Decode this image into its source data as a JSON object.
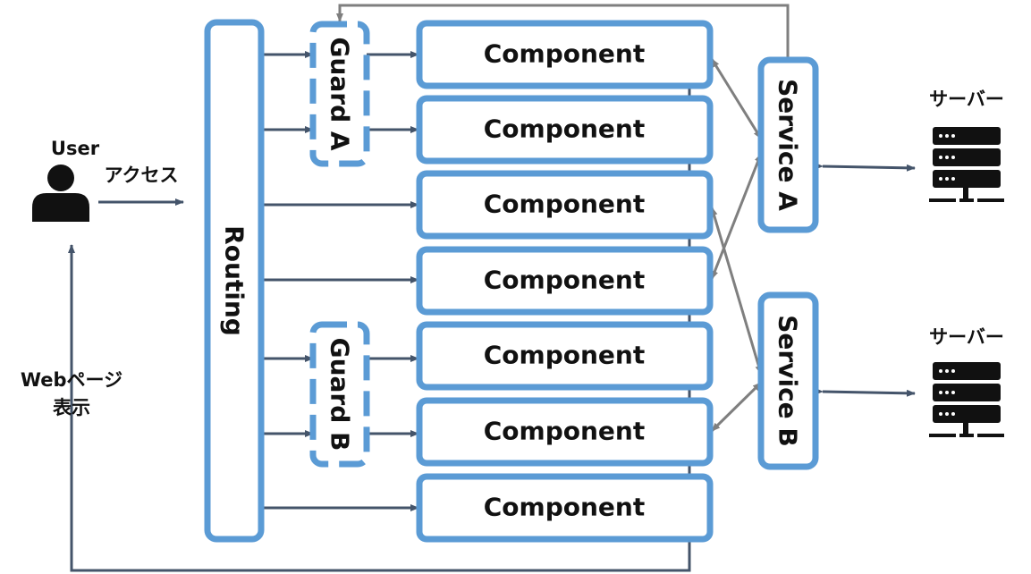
{
  "user": {
    "label": "User",
    "icon": "person-icon"
  },
  "access_label": "アクセス",
  "web_display_label_line1": "Webページ",
  "web_display_label_line2": "表示",
  "routing": {
    "label": "Routing"
  },
  "guards": [
    {
      "label": "Guard A"
    },
    {
      "label": "Guard B"
    }
  ],
  "components": [
    {
      "label": "Component"
    },
    {
      "label": "Component"
    },
    {
      "label": "Component"
    },
    {
      "label": "Component"
    },
    {
      "label": "Component"
    },
    {
      "label": "Component"
    },
    {
      "label": "Component"
    }
  ],
  "services": [
    {
      "label": "Service A"
    },
    {
      "label": "Service B"
    }
  ],
  "servers": [
    {
      "label": "サーバー",
      "icon": "server-icon"
    },
    {
      "label": "サーバー",
      "icon": "server-icon"
    }
  ],
  "colors": {
    "box_border": "#5b9bd5",
    "arrow_dark": "#44546a",
    "arrow_gray": "#7f7f7f"
  }
}
